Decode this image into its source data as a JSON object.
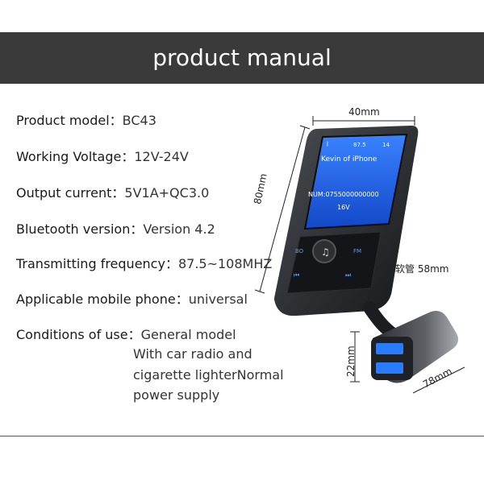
{
  "header": {
    "title": "product manual"
  },
  "specs": [
    {
      "label": "Product model：",
      "value": "BC43"
    },
    {
      "label": "Working Voltage：",
      "value": "12V-24V"
    },
    {
      "label": "Output current：",
      "value": "5V1A+QC3.0"
    },
    {
      "label": "Bluetooth version：",
      "value": "Version 4.2"
    },
    {
      "label": "Transmitting frequency：",
      "value": "87.5~108MHZ"
    },
    {
      "label": "Applicable mobile phone：",
      "value": "universal"
    },
    {
      "label": "Conditions of use：",
      "value": "General model"
    }
  ],
  "conditions_more": [
    "With car radio and",
    "cigarette lighterNormal",
    "power supply"
  ],
  "device": {
    "screen": {
      "status_freq": "87.5",
      "status_num": "14",
      "title": "Kevin of iPhone",
      "num": "NUM:0755000000000",
      "voltage": "16V"
    },
    "buttons": {
      "left": "BO",
      "right": "FM"
    },
    "dims": {
      "width": "40mm",
      "height": "80mm",
      "hose": "软管 58mm",
      "plug_height": "22mm",
      "plug_length": "78mm"
    }
  }
}
